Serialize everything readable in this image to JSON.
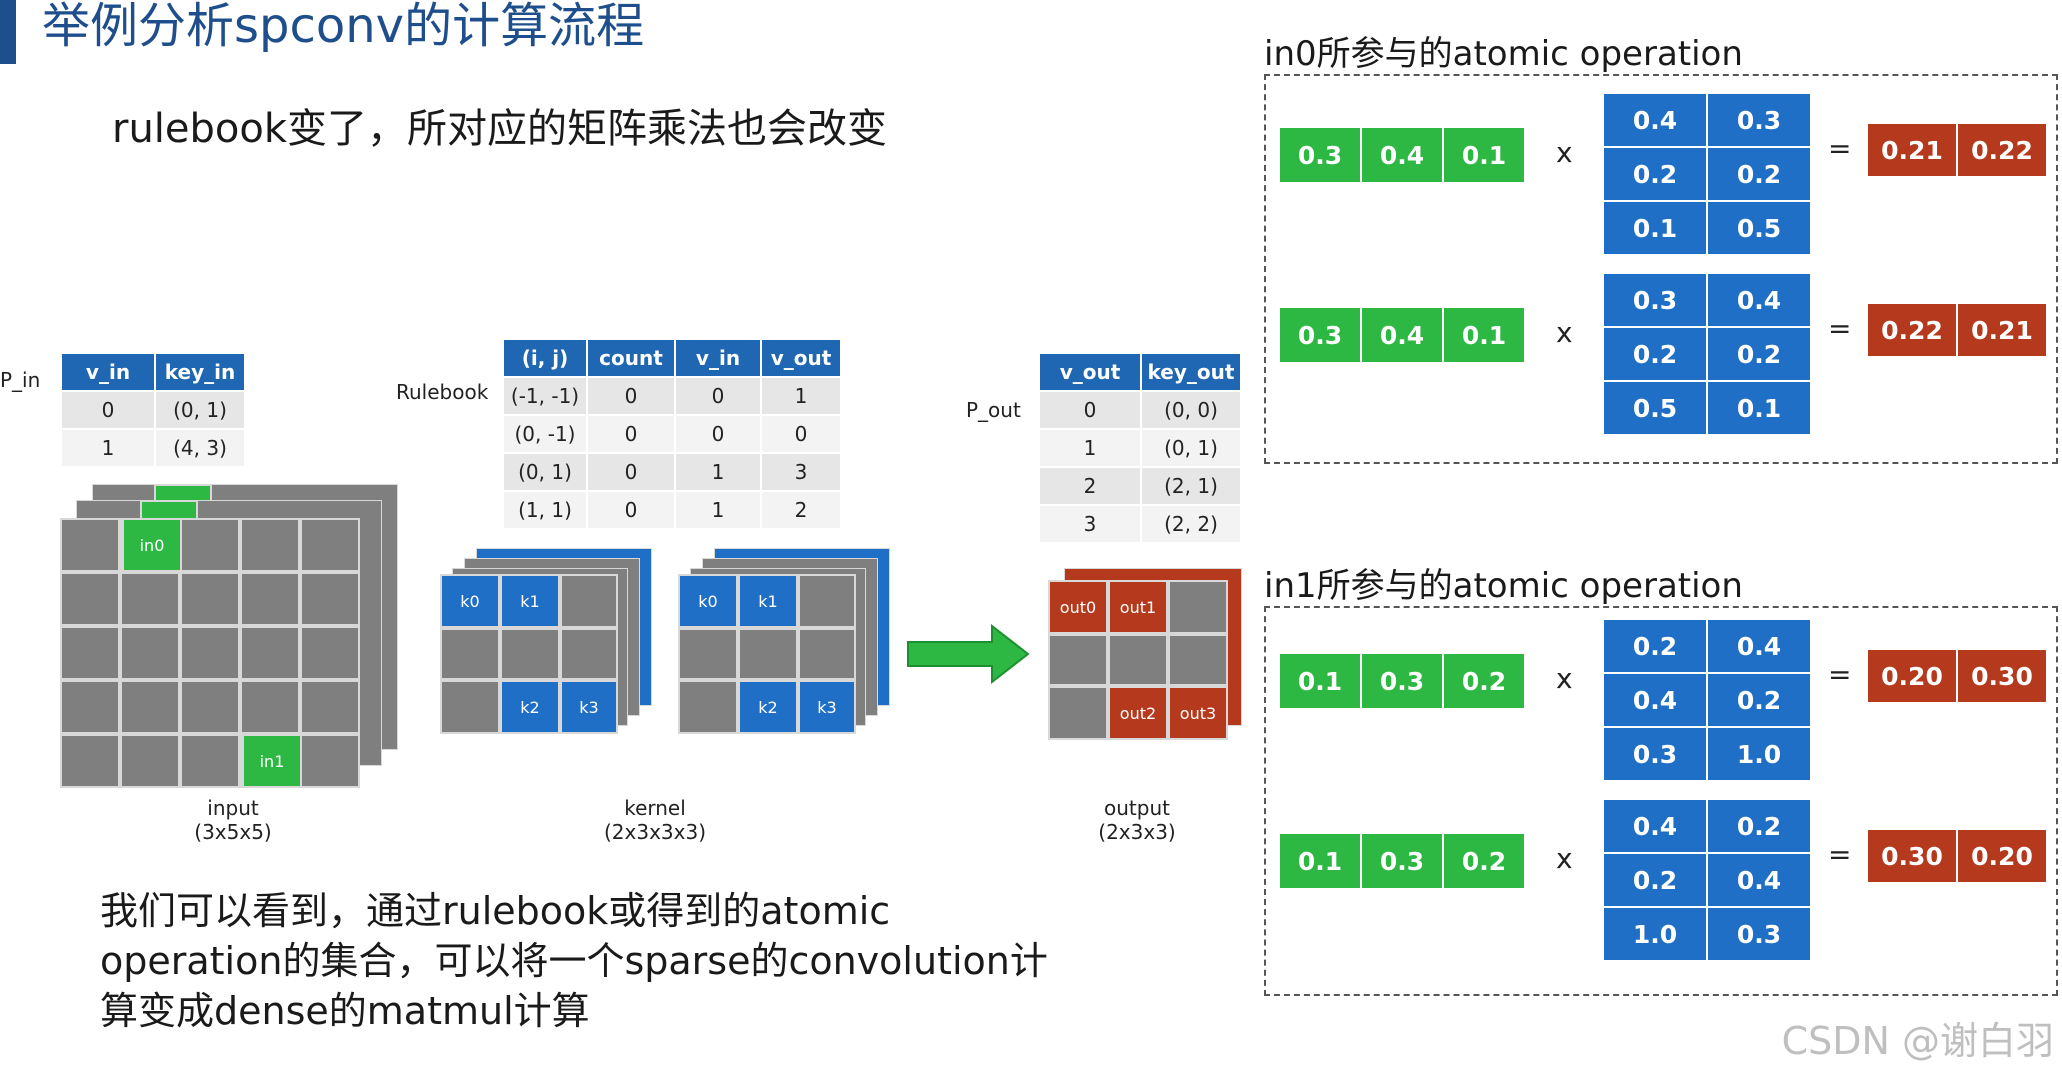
{
  "title": "举例分析spconv的计算流程",
  "subtitle": "rulebook变了，所对应的矩阵乘法也会改变",
  "bottom_text": {
    "line1": "我们可以看到，通过rulebook或得到的atomic",
    "line2": "operation的集合，可以将一个sparse的convolution计",
    "line3": "算变成dense的matmul计算"
  },
  "p_in": {
    "label": "P_in",
    "headers": [
      "v_in",
      "key_in"
    ],
    "rows": [
      [
        "0",
        "(0, 1)"
      ],
      [
        "1",
        "(4, 3)"
      ]
    ]
  },
  "rulebook": {
    "label": "Rulebook",
    "headers": [
      "(i, j)",
      "count",
      "v_in",
      "v_out"
    ],
    "rows": [
      [
        "(-1, -1)",
        "0",
        "0",
        "1"
      ],
      [
        "(0, -1)",
        "0",
        "0",
        "0"
      ],
      [
        "(0, 1)",
        "0",
        "1",
        "3"
      ],
      [
        "(1, 1)",
        "0",
        "1",
        "2"
      ]
    ]
  },
  "p_out": {
    "label": "P_out",
    "headers": [
      "v_out",
      "key_out"
    ],
    "rows": [
      [
        "0",
        "(0, 0)"
      ],
      [
        "1",
        "(0, 1)"
      ],
      [
        "2",
        "(2, 1)"
      ],
      [
        "3",
        "(2, 2)"
      ]
    ]
  },
  "input_grid": {
    "in0_label": "in0",
    "in1_label": "in1",
    "caption": "input",
    "dims": "(3x5x5)"
  },
  "kernel_grid": {
    "k0": "k0",
    "k1": "k1",
    "k2": "k2",
    "k3": "k3",
    "caption": "kernel",
    "dims": "(2x3x3x3)"
  },
  "output_grid": {
    "out0": "out0",
    "out1": "out1",
    "out2": "out2",
    "out3": "out3",
    "caption": "output",
    "dims": "(2x3x3)"
  },
  "in0_section": {
    "title": "in0所参与的atomic operation",
    "ops": [
      {
        "vec": [
          "0.3",
          "0.4",
          "0.1"
        ],
        "mat": [
          "0.4",
          "0.3",
          "0.2",
          "0.2",
          "0.1",
          "0.5"
        ],
        "res": [
          "0.21",
          "0.22"
        ]
      },
      {
        "vec": [
          "0.3",
          "0.4",
          "0.1"
        ],
        "mat": [
          "0.3",
          "0.4",
          "0.2",
          "0.2",
          "0.5",
          "0.1"
        ],
        "res": [
          "0.22",
          "0.21"
        ]
      }
    ]
  },
  "in1_section": {
    "title": "in1所参与的atomic operation",
    "ops": [
      {
        "vec": [
          "0.1",
          "0.3",
          "0.2"
        ],
        "mat": [
          "0.2",
          "0.4",
          "0.4",
          "0.2",
          "0.3",
          "1.0"
        ],
        "res": [
          "0.20",
          "0.30"
        ]
      },
      {
        "vec": [
          "0.1",
          "0.3",
          "0.2"
        ],
        "mat": [
          "0.4",
          "0.2",
          "0.2",
          "0.4",
          "1.0",
          "0.3"
        ],
        "res": [
          "0.30",
          "0.20"
        ]
      }
    ]
  },
  "symbols": {
    "times": "x",
    "equals": "="
  },
  "watermark": "CSDN @谢白羽",
  "colors": {
    "green": "#2db843",
    "blue": "#1f6fc6",
    "red": "#b5391c",
    "title": "#1f4e8c",
    "header": "#1f66b3"
  }
}
